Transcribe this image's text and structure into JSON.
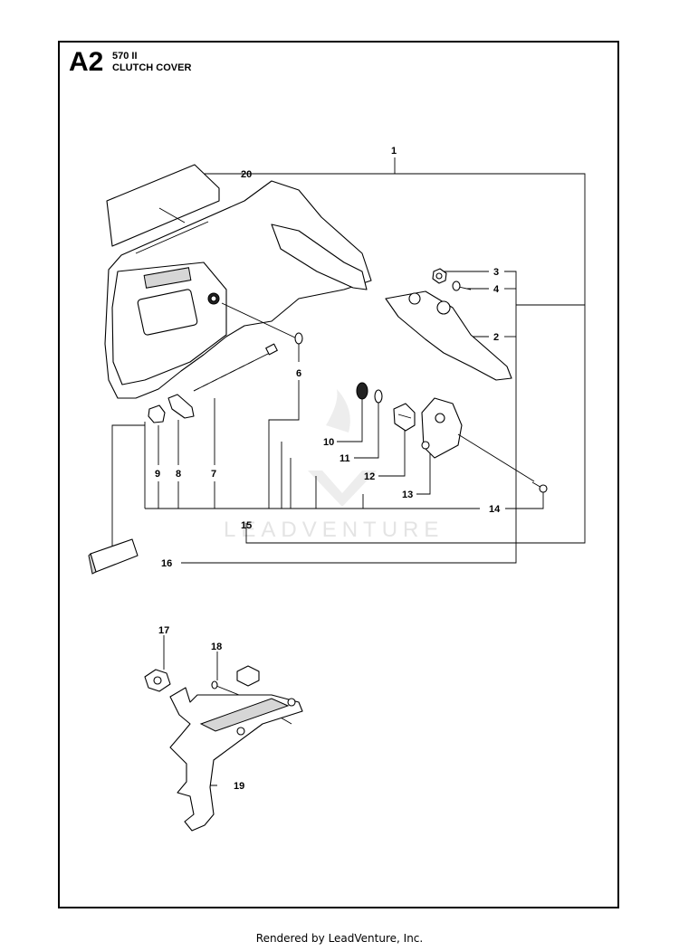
{
  "header": {
    "section_code": "A2",
    "model": "570 II",
    "title": "CLUTCH COVER"
  },
  "callouts": [
    "1",
    "2",
    "3",
    "4",
    "6",
    "7",
    "8",
    "9",
    "10",
    "11",
    "12",
    "13",
    "14",
    "15",
    "16",
    "17",
    "18",
    "19",
    "20"
  ],
  "watermark": "LEADVENTURE",
  "footer": "Rendered by LeadVenture, Inc."
}
